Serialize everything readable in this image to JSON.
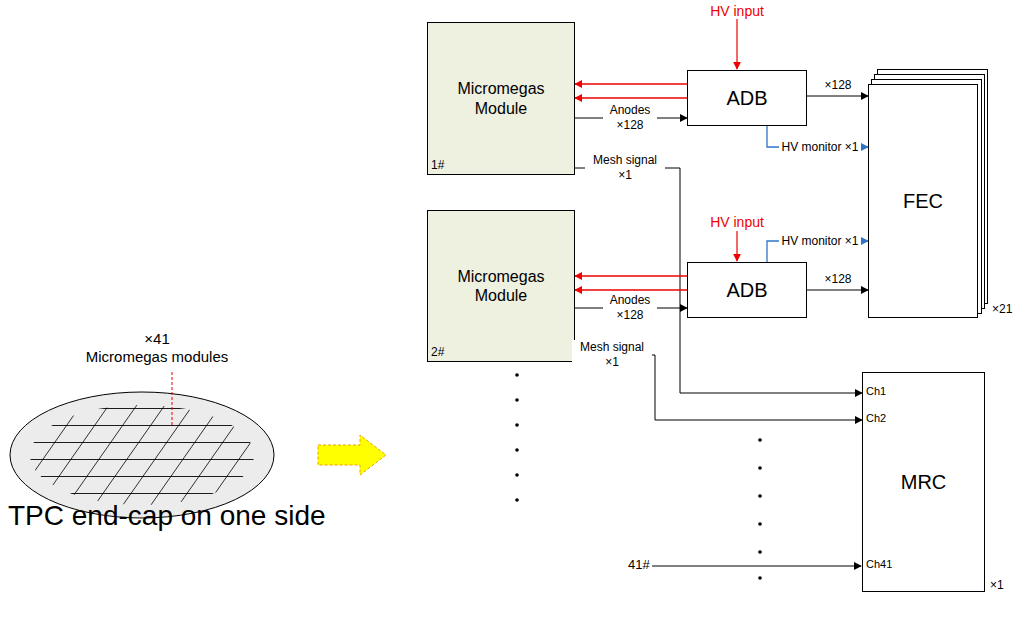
{
  "diagram": {
    "nodes": [
      {
        "text": [
          "Micromegas Module",
          "1#"
        ]
      },
      {
        "text": [
          "ADB"
        ]
      },
      {
        "text": [
          "FEC"
        ]
      },
      {
        "text": [
          "Micromegas Module",
          "2#"
        ]
      },
      {
        "text": [
          "ADB"
        ]
      },
      {
        "text": [
          "MRC"
        ]
      }
    ],
    "edges": [
      {
        "from": 1,
        "to": 0,
        "arrow": "to"
      },
      {
        "from": 1,
        "to": 0,
        "arrow": "to"
      },
      {
        "from": 0,
        "to": 1,
        "label": "Anodes ×128",
        "arrow": "to"
      },
      {
        "from": 1,
        "to": 2,
        "label": "×128",
        "arrow": "to"
      },
      {
        "from": 1,
        "to": 2,
        "label": "HV monitor ×1",
        "arrow": "to"
      },
      {
        "from": 0,
        "to": 5,
        "label": "Mesh signal ×1",
        "arrow": "to"
      },
      {
        "from": 4,
        "to": 3,
        "arrow": "to"
      },
      {
        "from": 4,
        "to": 3,
        "arrow": "to"
      },
      {
        "from": 3,
        "to": 4,
        "label": "Anodes ×128",
        "arrow": "to"
      },
      {
        "from": 4,
        "to": 2,
        "label": "×128",
        "arrow": "to"
      },
      {
        "from": 4,
        "to": 2,
        "label": "HV monitor ×1",
        "arrow": "to"
      },
      {
        "from": 3,
        "to": 5,
        "label": "Mesh signal ×1",
        "arrow": "to"
      }
    ],
    "labels": [
      "×41",
      "Micromegas modules",
      "TPC end-cap on one side",
      "HV input",
      "HV input",
      "Ch1",
      "Ch2",
      "Ch41",
      "41#",
      "×21",
      "×1"
    ]
  }
}
